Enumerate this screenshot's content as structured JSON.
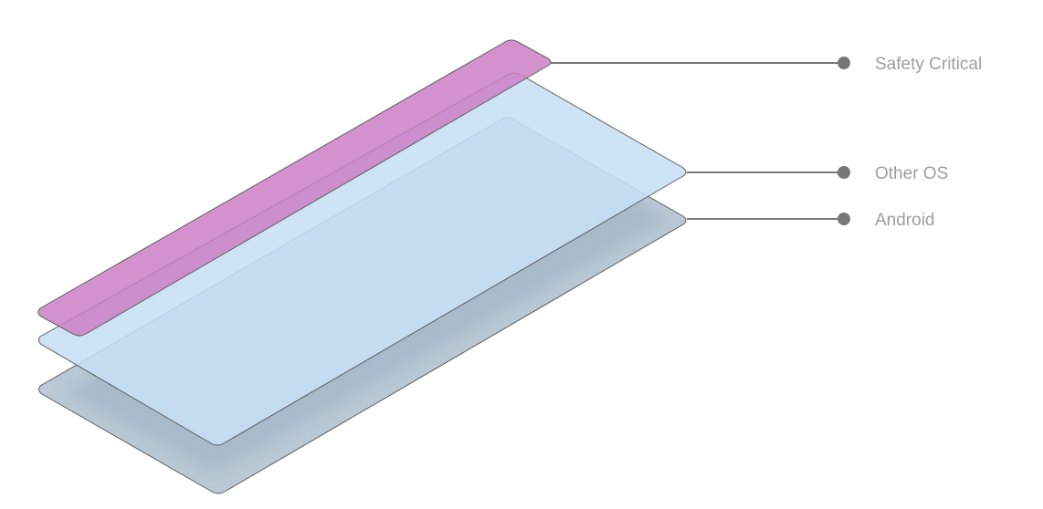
{
  "diagram": {
    "layers": [
      {
        "id": "safety-critical",
        "label": "Safety Critical",
        "fill": "#cc80c6",
        "stroke": "#5f5f5f"
      },
      {
        "id": "other-os",
        "label": "Other OS",
        "fill": "#c7dff5",
        "stroke": "#5f5f5f"
      },
      {
        "id": "android",
        "label": "Android",
        "fill": "#b9c9d6",
        "stroke": "#5f5f5f"
      }
    ],
    "connector_color": "#777777",
    "label_color": "#9e9e9e"
  }
}
